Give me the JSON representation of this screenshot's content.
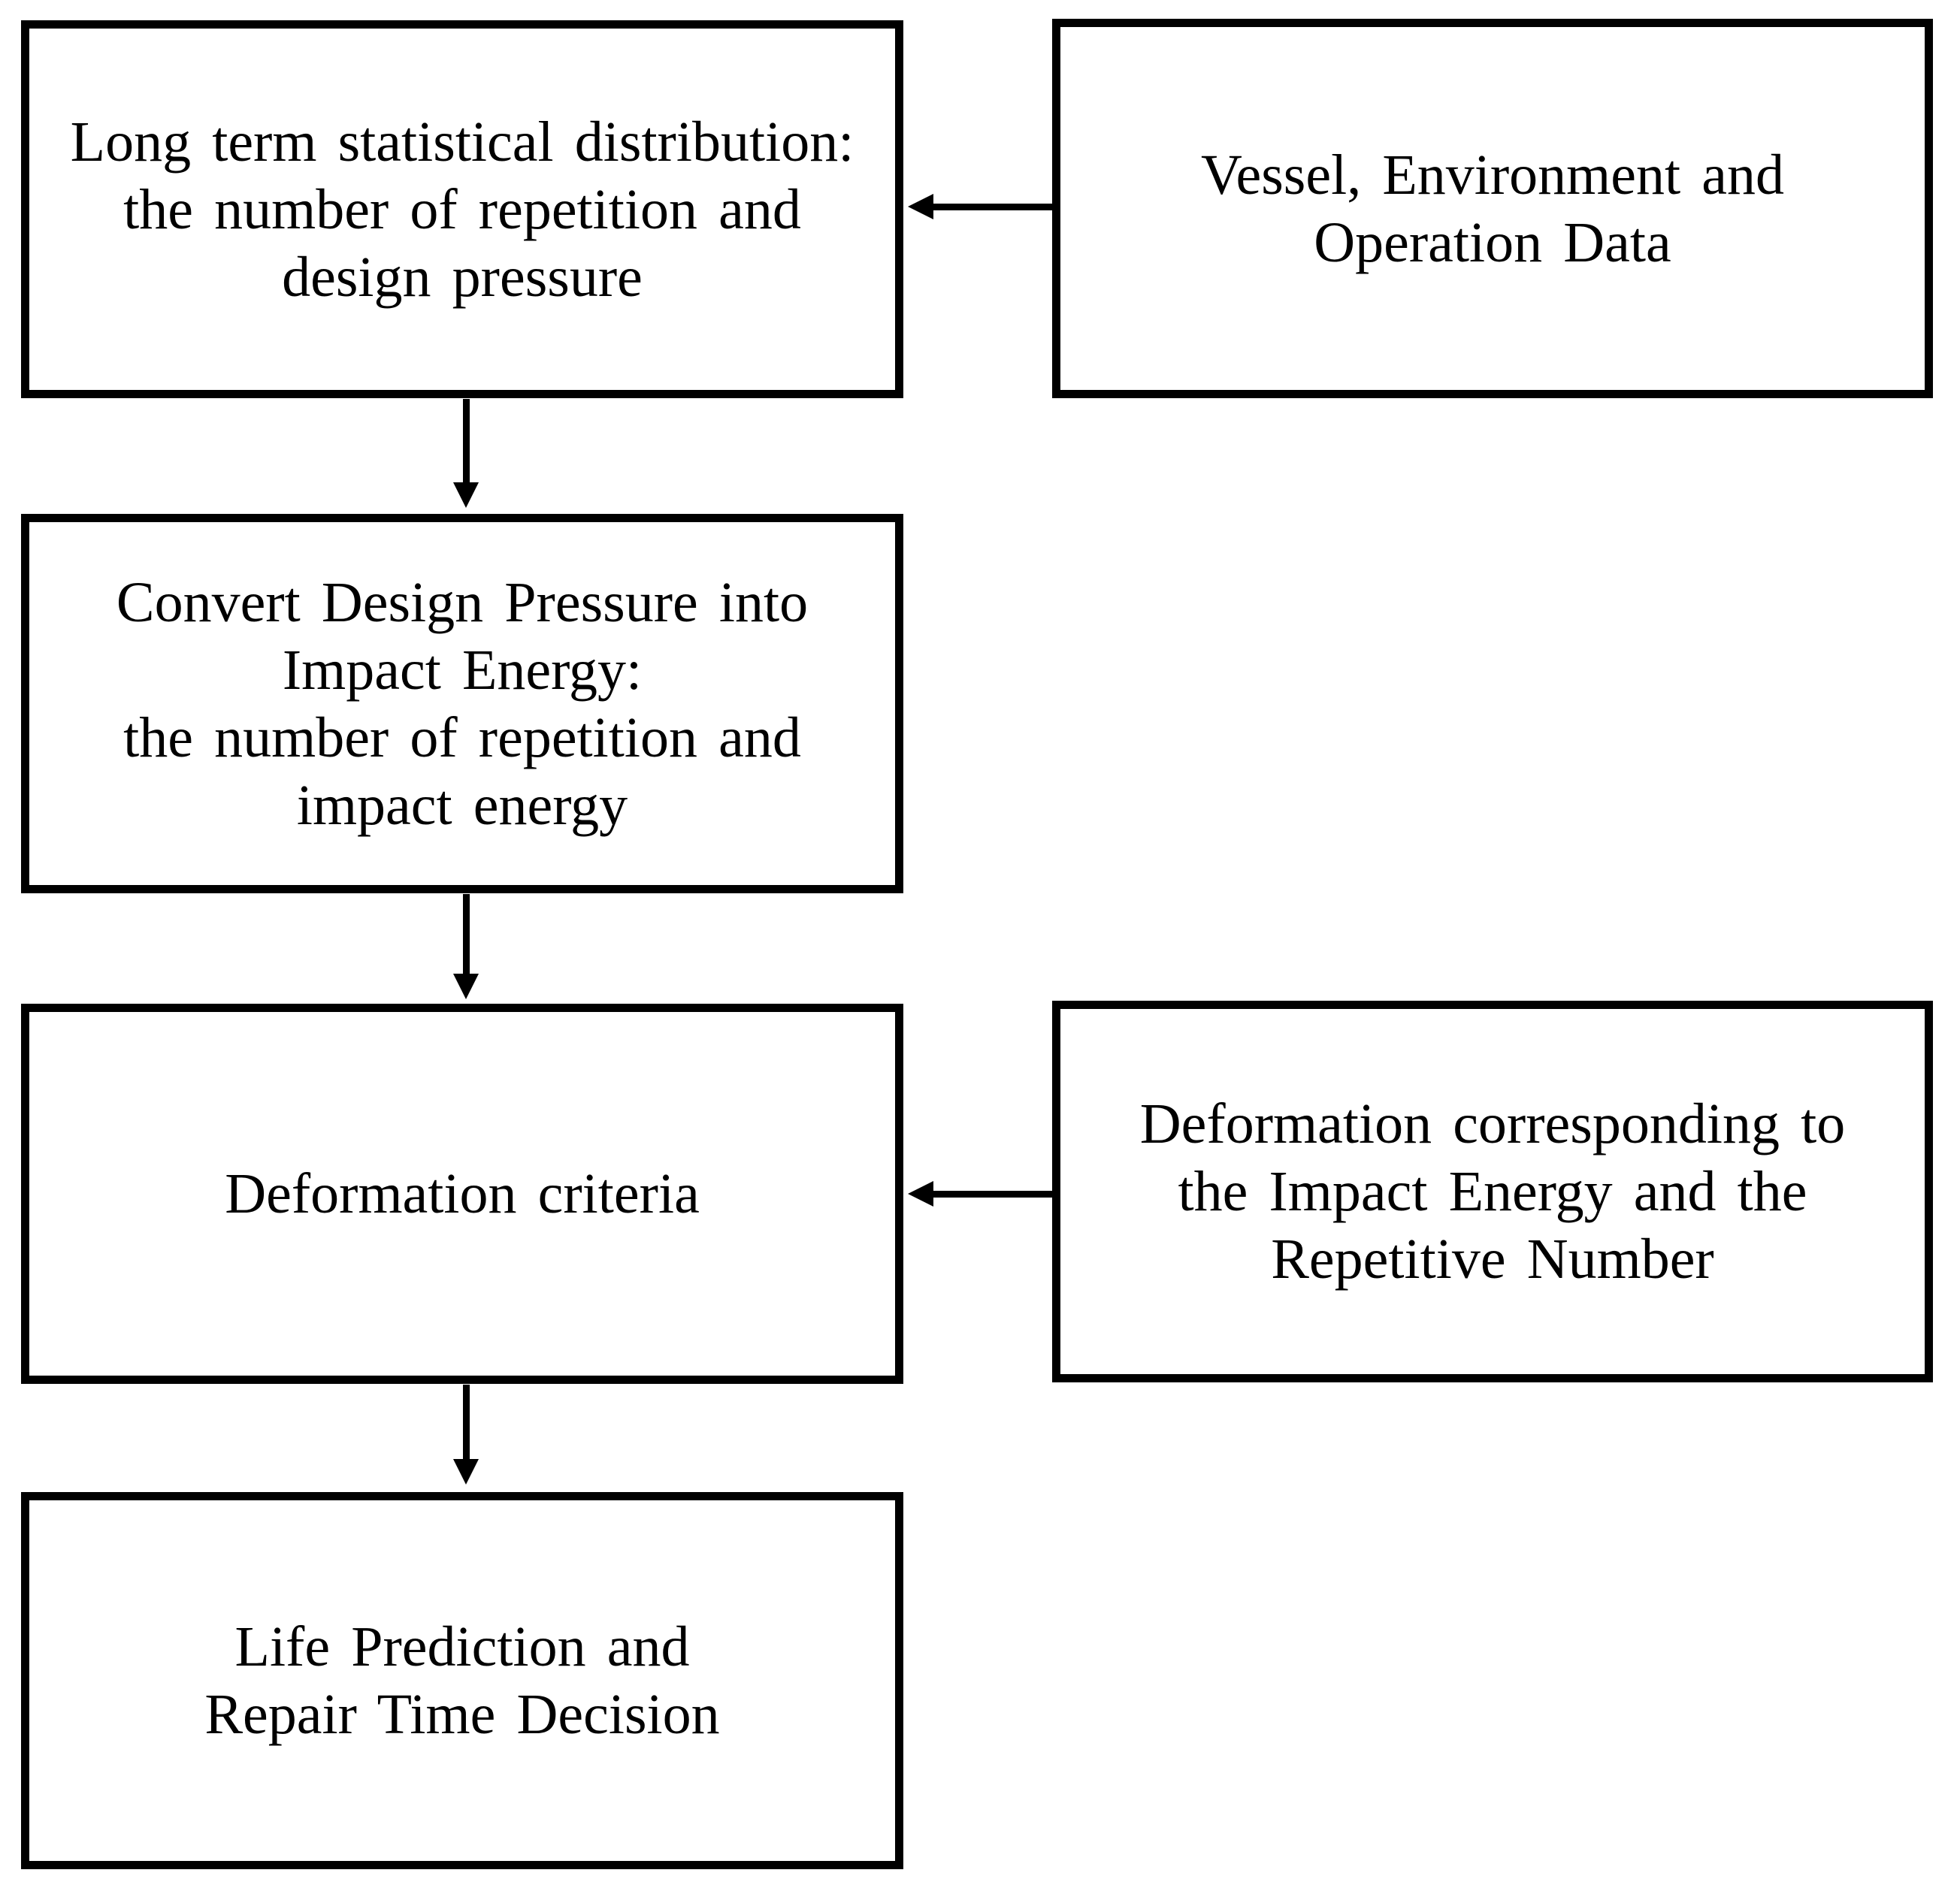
{
  "diagram": {
    "type": "flowchart",
    "colors": {
      "background": "#ffffff",
      "line": "#000000",
      "box_fill": "#ffffff",
      "text": "#000000"
    },
    "boxes": {
      "long_term_distribution": {
        "label": "Long term statistical distribution:\nthe number of repetition and\ndesign pressure"
      },
      "vessel_environment_operation": {
        "label": "Vessel, Environment and\nOperation Data"
      },
      "convert_design_pressure": {
        "label": "Convert Design Pressure into\nImpact Energy:\nthe number of repetition and\nimpact energy"
      },
      "deformation_criteria": {
        "label": "Deformation criteria"
      },
      "deformation_corresponding": {
        "label": "Deformation corresponding to\nthe Impact Energy and the\nRepetitive Number"
      },
      "life_prediction": {
        "label": "Life Prediction and\nRepair Time Decision"
      }
    },
    "edges": [
      {
        "from": "vessel_environment_operation",
        "to": "long_term_distribution",
        "direction": "left"
      },
      {
        "from": "long_term_distribution",
        "to": "convert_design_pressure",
        "direction": "down"
      },
      {
        "from": "convert_design_pressure",
        "to": "deformation_criteria",
        "direction": "down"
      },
      {
        "from": "deformation_corresponding",
        "to": "deformation_criteria",
        "direction": "left"
      },
      {
        "from": "deformation_criteria",
        "to": "life_prediction",
        "direction": "down"
      }
    ]
  }
}
